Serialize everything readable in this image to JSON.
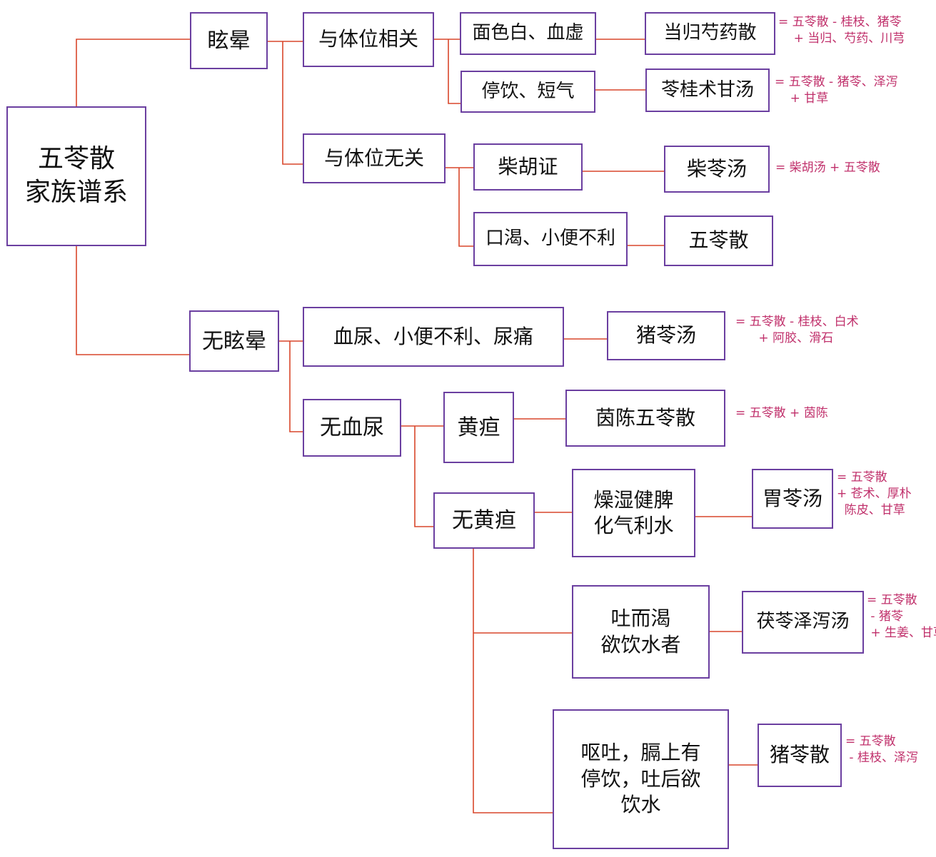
{
  "colors": {
    "box_border": "#6b3fa0",
    "connector": "#d9472b",
    "note_text": "#c0306b",
    "box_text": "#111111"
  },
  "nodes": {
    "root": "五苓散\n家族谱系",
    "dizzy": "眩晕",
    "posture_related": "与体位相关",
    "pale_face": "面色白、血虚",
    "danggui": "当归芍药散",
    "fluid_qi": "停饮、短气",
    "lingui": "苓桂术甘汤",
    "posture_unrelated": "与体位无关",
    "chaihu_zheng": "柴胡证",
    "chailing": "柴苓汤",
    "thirst": "口渴、小便不利",
    "wuling": "五苓散",
    "no_dizzy": "无眩晕",
    "hematuria": "血尿、小便不利、尿痛",
    "zhuling_tang": "猪苓汤",
    "no_hematuria": "无血尿",
    "jaundice": "黄疸",
    "yinchen": "茵陈五苓散",
    "no_jaundice": "无黄疸",
    "dry_damp": "燥湿健脾\n化气利水",
    "weiling": "胃苓汤",
    "vomit_thirst": "吐而渴\n欲饮水者",
    "fuling_zexie": "茯苓泽泻汤",
    "vomit_diaphragm": "呕吐，膈上有\n停饮，吐后欲\n饮水",
    "zhuling_san": "猪苓散"
  },
  "notes": {
    "danggui": "= 五苓散 - 桂枝、猪苓\n    + 当归、芍药、川芎",
    "lingui": "= 五苓散 - 猪苓、泽泻\n    + 甘草",
    "chailing": "= 柴胡汤 + 五苓散",
    "zhuling_tang": "= 五苓散 - 桂枝、白术\n      + 阿胶、滑石",
    "yinchen": "= 五苓散 + 茵陈",
    "weiling": "= 五苓散\n+ 苍术、厚朴\n  陈皮、甘草",
    "fuling_zexie": "= 五苓散\n - 猪苓\n + 生姜、甘草",
    "zhuling_san": "= 五苓散\n - 桂枝、泽泻"
  }
}
